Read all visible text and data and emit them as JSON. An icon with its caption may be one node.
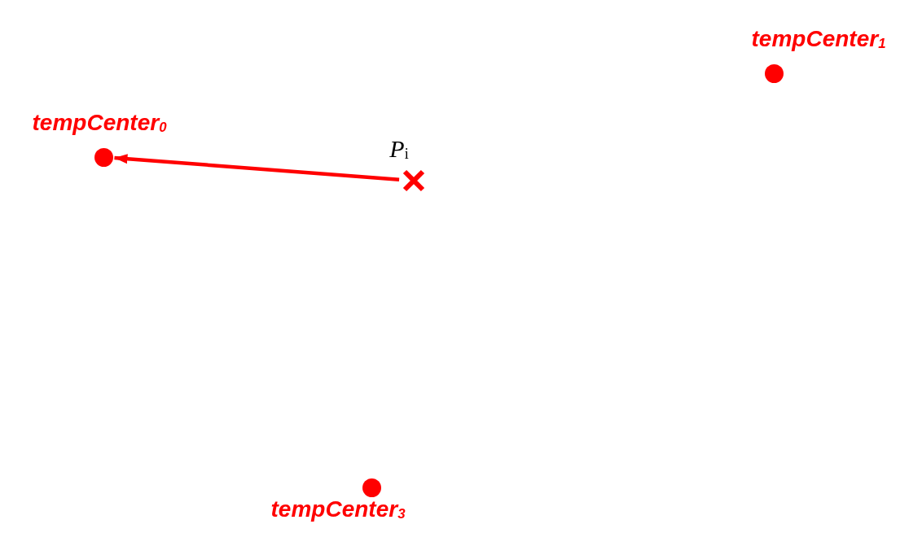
{
  "diagram": {
    "nodes": [
      {
        "text": [],
        "shape": "circle",
        "beside": [
          "tempCenter$_{1}$"
        ]
      },
      {
        "text": [],
        "shape": "circle",
        "beside": [
          "tempCenter$_{0}$"
        ]
      },
      {
        "text": [],
        "shape": "cross",
        "beside": [
          "*P*$_{i}$"
        ]
      },
      {
        "text": [],
        "shape": "circle",
        "beside": [
          "tempCenter$_{3}$"
        ]
      }
    ],
    "edges": [
      {
        "from": 2,
        "to": 1,
        "arrow": "to"
      }
    ]
  }
}
